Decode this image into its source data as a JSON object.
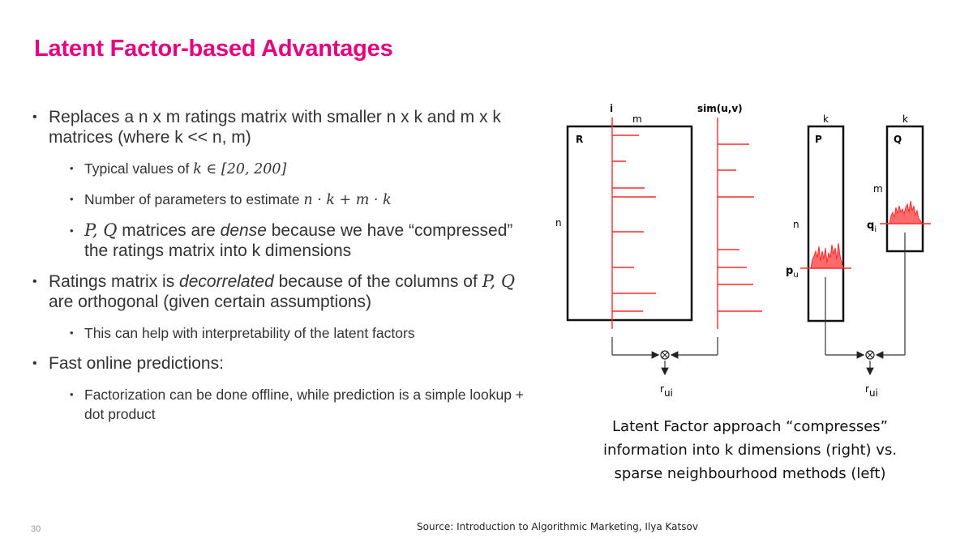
{
  "slide": {
    "title": "Latent Factor-based Advantages",
    "page_number": "30",
    "source": "Source: Introduction to Algorithmic Marketing, Ilya Katsov",
    "accent_color": "#e6007e"
  },
  "bullets": {
    "b1": "Replaces a n x m ratings matrix with smaller n x k and m x k matrices (where k << n, m)",
    "b1_sub1_text": "Typical values of ",
    "b1_sub1_math": "k ∈ [20, 200]",
    "b1_sub2_text": "Number of parameters to estimate ",
    "b1_sub2_math": "n · k + m · k",
    "b1_sub3_math": "P, Q",
    "b1_sub3_pre": " matrices are ",
    "b1_sub3_em": "dense",
    "b1_sub3_post": " because we have “compressed” the ratings matrix into k dimensions",
    "b2_pre": "Ratings matrix is ",
    "b2_em": "decorrelated",
    "b2_mid": " because of the columns of ",
    "b2_math": "P, Q",
    "b2_post": " are orthogonal (given certain assumptions)",
    "b2_sub1": "This can help with interpretability of the latent factors",
    "b3": "Fast online predictions:",
    "b3_sub1": "Factorization can be done offline, while prediction is a simple lookup + dot product"
  },
  "diagram": {
    "left": {
      "matrix_label": "R",
      "col_label": "i",
      "top_label": "m",
      "side_label": "n",
      "sim_label": "sim(u,v)",
      "output_label": "r",
      "output_sub": "ui"
    },
    "right": {
      "p_label": "P",
      "q_label": "Q",
      "p_top": "k",
      "q_top": "k",
      "p_side": "n",
      "q_side": "m",
      "pu": "p",
      "pu_sub": "u",
      "qi": "q",
      "qi_sub": "i",
      "output_label": "r",
      "output_sub": "ui"
    },
    "line_color": "#ff2a2a",
    "caption": "Latent Factor approach “compresses” information into k dimensions (right) vs. sparse neighbourhood methods (left)"
  }
}
